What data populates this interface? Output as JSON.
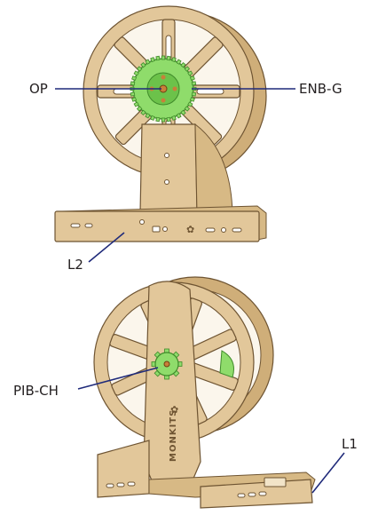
{
  "labels": {
    "op": "OP",
    "enb_g": "ENB-G",
    "l2": "L2",
    "pib_ch": "PIB-CH",
    "l1": "L1"
  },
  "brand_text": "MONKITS",
  "colors": {
    "wood": "#e2c79a",
    "wood_outline": "#6e5432",
    "gear_green": "#8fdc6b",
    "leader_line": "#1f2a7a"
  }
}
